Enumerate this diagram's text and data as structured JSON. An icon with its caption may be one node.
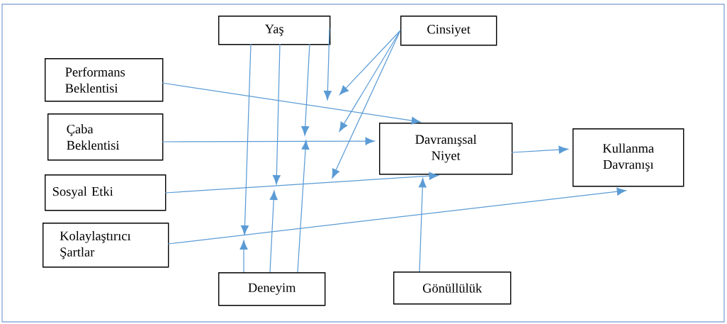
{
  "diagram": {
    "nodes": [
      {
        "text": [
          "Yaş"
        ]
      },
      {
        "text": [
          "Cinsiyet"
        ]
      },
      {
        "text": [
          "Performans Beklentisi"
        ]
      },
      {
        "text": [
          "Çaba Beklentisi"
        ]
      },
      {
        "text": [
          "Davranışsal Niyet"
        ]
      },
      {
        "text": [
          "Kullanma Davranışı"
        ]
      },
      {
        "text": [
          "Sosyal Etki"
        ]
      },
      {
        "text": [
          "Kolaylaştırıcı Şartlar"
        ]
      },
      {
        "text": [
          "Deneyim"
        ]
      },
      {
        "text": [
          "Gönüllülük"
        ]
      }
    ],
    "edges": [
      {
        "from": 2,
        "to": 4,
        "arrow": "to"
      },
      {
        "from": 3,
        "to": 4,
        "arrow": "to"
      },
      {
        "from": 6,
        "to": 4,
        "arrow": "to"
      },
      {
        "from": 7,
        "to": 5,
        "arrow": "to"
      },
      {
        "from": 4,
        "to": 5,
        "arrow": "to"
      },
      {
        "from": 9,
        "to": 4,
        "arrow": "to"
      },
      {
        "from": 0,
        "to": null,
        "arrow": "to"
      },
      {
        "from": 0,
        "to": null,
        "arrow": "to"
      },
      {
        "from": 0,
        "to": null,
        "arrow": "to"
      },
      {
        "from": 0,
        "to": null,
        "arrow": "to"
      },
      {
        "from": 1,
        "to": null,
        "arrow": "to"
      },
      {
        "from": 1,
        "to": null,
        "arrow": "to"
      },
      {
        "from": 1,
        "to": null,
        "arrow": "to"
      },
      {
        "from": 8,
        "to": null,
        "arrow": "to"
      },
      {
        "from": 8,
        "to": null,
        "arrow": "to"
      },
      {
        "from": 8,
        "to": null,
        "arrow": "to"
      }
    ]
  }
}
